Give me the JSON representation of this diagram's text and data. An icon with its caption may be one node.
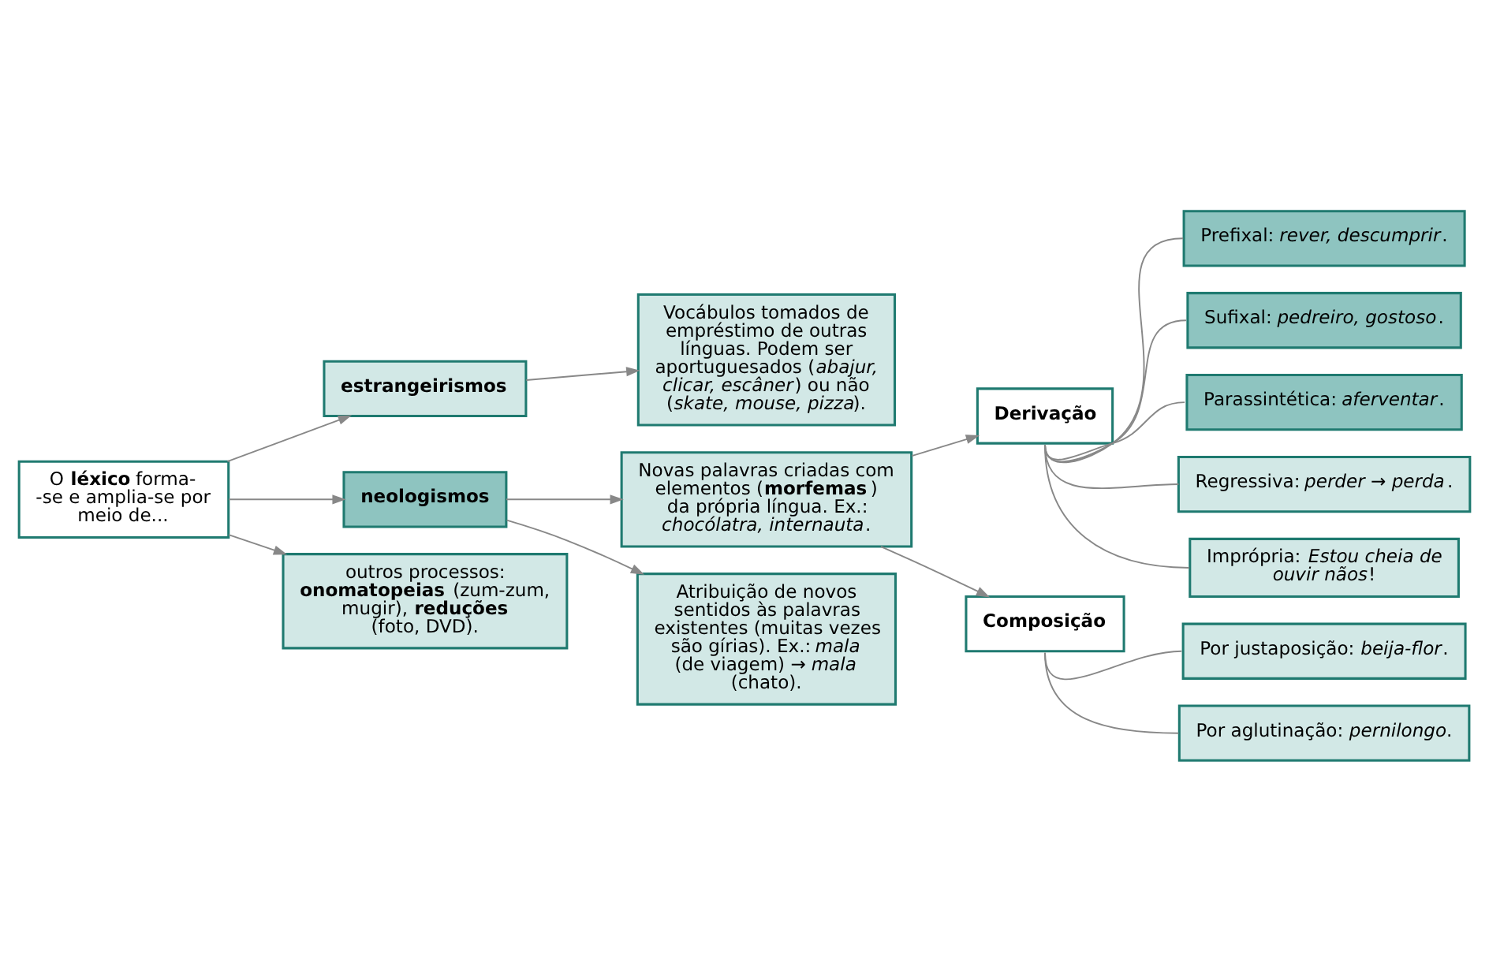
{
  "diagram": {
    "nodes": [
      {
        "text": [
          "O **léxico** forma- -se e amplia-se por meio de..."
        ]
      },
      {
        "text": [
          "estrangeirismos"
        ]
      },
      {
        "text": [
          "neologismos"
        ]
      },
      {
        "text": [
          "outros processos: **onomatopeias** (zum-zum, mugir), **reduções** (foto, DVD)."
        ]
      },
      {
        "text": [
          "Vocábulos tomados de empréstimo de outras línguas. Podem ser aportuguesados (*abajur, clicar, escâner*) ou não (*skate, mouse, pizza*)."
        ]
      },
      {
        "text": [
          "Novas palavras criadas com elementos (**morfemas**) da própria língua. Ex.: *chocólatra, internauta*."
        ]
      },
      {
        "text": [
          "Atribuição de novos sentidos às palavras existentes (muitas vezes são gírias). Ex.: *mala* (de viagem) → *mala* (chato)."
        ]
      },
      {
        "text": [
          "Derivação"
        ]
      },
      {
        "text": [
          "Prefixal: *rever, descumprir*."
        ]
      },
      {
        "text": [
          "Sufixal: *pedreiro, gostoso*."
        ]
      },
      {
        "text": [
          "Parassintética: *aferventar*."
        ]
      },
      {
        "text": [
          "Regressiva: *perder → perda*."
        ]
      },
      {
        "text": [
          "Imprópria: *Estou cheia de ouvir nãos*!"
        ]
      },
      {
        "text": [
          "Composição"
        ]
      },
      {
        "text": [
          "Por justaposição: *beija-flor*."
        ]
      },
      {
        "text": [
          "Por aglutinação: *pernilongo*."
        ]
      }
    ],
    "edges": [
      {
        "from": 0,
        "to": 1,
        "arrow": "to"
      },
      {
        "from": 0,
        "to": 2,
        "arrow": "to"
      },
      {
        "from": 0,
        "to": 3,
        "arrow": "to"
      },
      {
        "from": 1,
        "to": 4,
        "arrow": "to"
      },
      {
        "from": 2,
        "to": 5,
        "arrow": "to"
      },
      {
        "from": 2,
        "to": 6,
        "arrow": "to"
      },
      {
        "from": 5,
        "to": 7,
        "arrow": "to"
      },
      {
        "from": 5,
        "to": 13,
        "arrow": "to"
      },
      {
        "from": 7,
        "to": 8,
        "arrow": "none"
      },
      {
        "from": 7,
        "to": 9,
        "arrow": "none"
      },
      {
        "from": 7,
        "to": 10,
        "arrow": "none"
      },
      {
        "from": 7,
        "to": 11,
        "arrow": "none"
      },
      {
        "from": 7,
        "to": 12,
        "arrow": "none"
      },
      {
        "from": 13,
        "to": 14,
        "arrow": "none"
      },
      {
        "from": 13,
        "to": 15,
        "arrow": "none"
      }
    ]
  }
}
